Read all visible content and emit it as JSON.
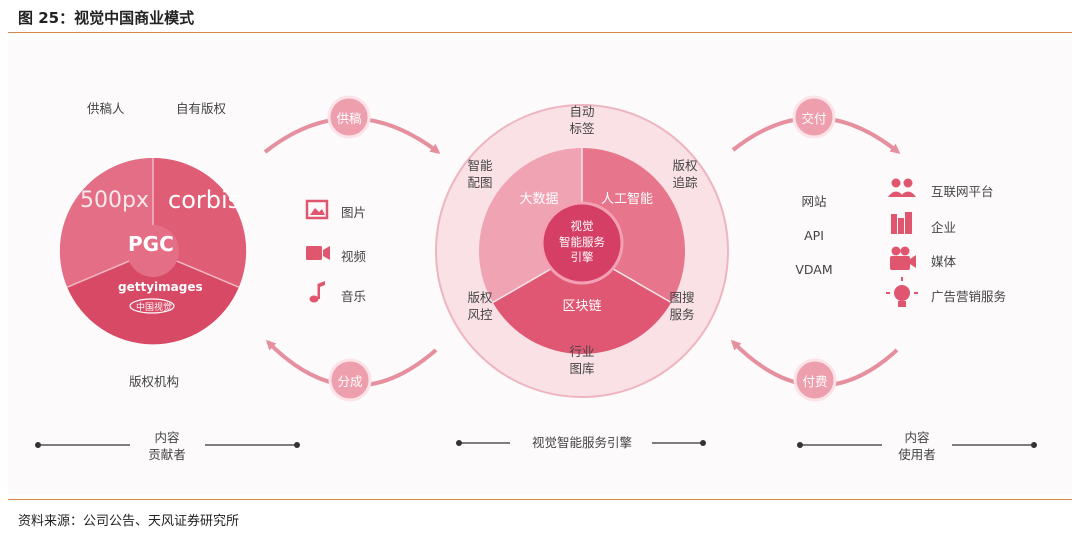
{
  "header": {
    "title": "图 25：视觉中国商业模式"
  },
  "footer": {
    "source": "资料来源：公司公告、天风证券研究所"
  },
  "left": {
    "top_labels": [
      "供稿人",
      "自有版权"
    ],
    "brands": {
      "px500": "500px",
      "corbis": "corbis",
      "getty": "gettyimages",
      "cvg": "中国视觉"
    },
    "center": "PGC",
    "bottom_label": "版权机构",
    "media": [
      "图片",
      "视频",
      "音乐"
    ]
  },
  "flows": {
    "supply": "供稿",
    "share": "分成",
    "deliver": "交付",
    "pay": "付费"
  },
  "engine": {
    "core": [
      "视觉",
      "智能服务",
      "引擎"
    ],
    "inner": [
      "大数据",
      "人工智能",
      "区块链"
    ],
    "outer": [
      "自动\n标签",
      "版权\n追踪",
      "图搜\n服务",
      "行业\n图库",
      "版权\n风控",
      "智能\n配图"
    ]
  },
  "right": {
    "channels": [
      "网站",
      "API",
      "VDAM"
    ],
    "users": [
      "互联网平台",
      "企业",
      "媒体",
      "广告营销服务"
    ]
  },
  "bottom": {
    "contributors": "内容\n贡献者",
    "engine": "视觉智能服务引擎",
    "consumers": "内容\n使用者"
  }
}
